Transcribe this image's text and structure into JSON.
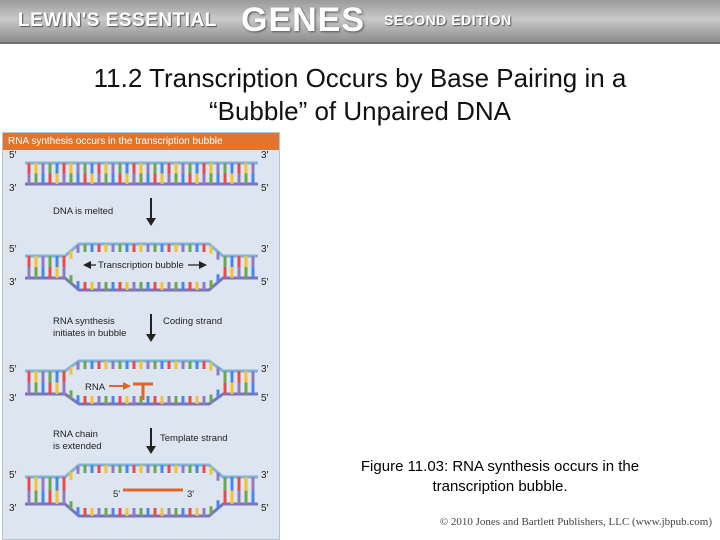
{
  "banner": {
    "part1": "LEWIN'S ESSENTIAL",
    "part2": "GENES",
    "part3": "SECOND EDITION"
  },
  "slide": {
    "title_line1": "11.2 Transcription Occurs by Base Pairing in a",
    "title_line2": "“Bubble” of Unpaired DNA"
  },
  "figure": {
    "header": "RNA synthesis occurs in the transcription bubble",
    "end_5": "5′",
    "end_3": "3′",
    "step1": "DNA is melted",
    "bubble_label": "Transcription bubble",
    "step2_line1": "RNA synthesis",
    "step2_line2": "initiates in bubble",
    "coding_strand": "Coding strand",
    "rna_label": "RNA",
    "step3_line1": "RNA chain",
    "step3_line2": "is extended",
    "template_strand": "Template strand",
    "rna_end_5": "5′",
    "rna_end_3": "3′",
    "colors": {
      "top_backbone": "#7fb3d8",
      "bottom_backbone": "#7c73b8",
      "arrow": "#222222",
      "rna": "#e0652a"
    },
    "base_colors": [
      "#e94b4b",
      "#f1c232",
      "#8e7cc3",
      "#6aa84f",
      "#4a86e8"
    ]
  },
  "caption": {
    "line1": "Figure 11.03: RNA synthesis occurs in the",
    "line2": "transcription bubble."
  },
  "copyright": "© 2010 Jones and Bartlett Publishers, LLC (www.jbpub.com)"
}
